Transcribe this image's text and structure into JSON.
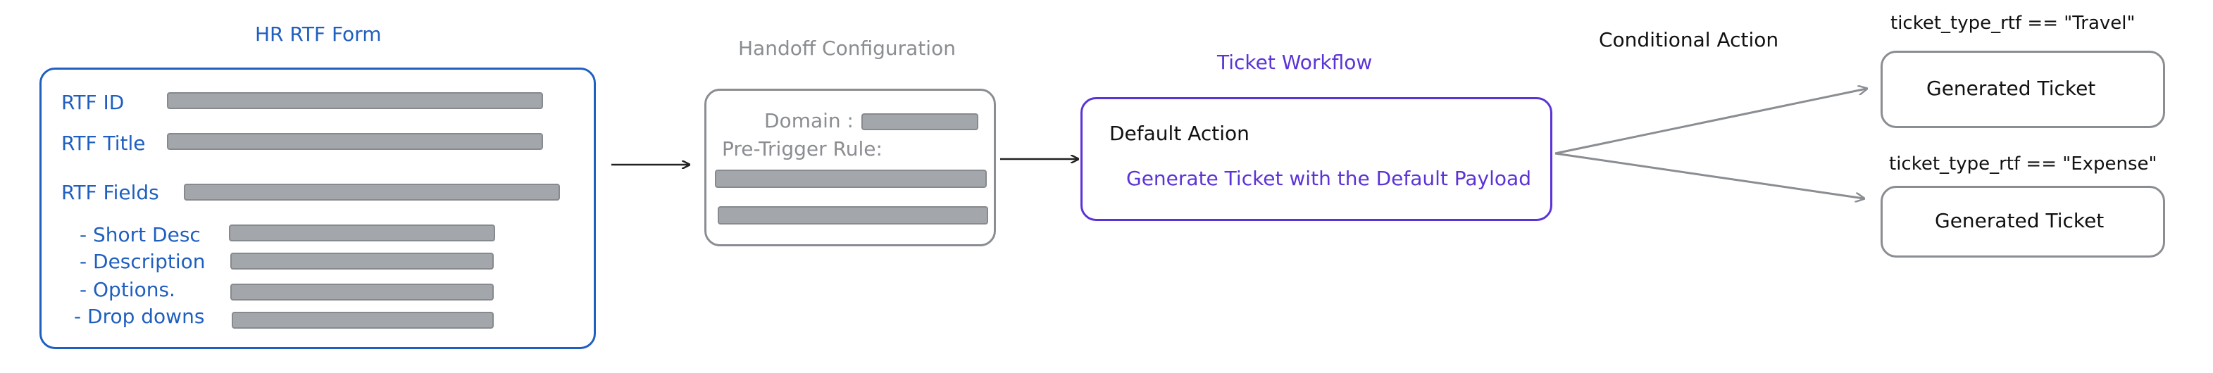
{
  "hr_form": {
    "title": "HR RTF Form",
    "fields": [
      "RTF ID",
      "RTF Title",
      "RTF Fields"
    ],
    "subfields": [
      "- Short Desc",
      "- Description",
      "- Options.",
      "- Drop downs"
    ]
  },
  "handoff": {
    "title": "Handoff Configuration",
    "domain_label": "Domain :",
    "pre_trigger_label": "Pre-Trigger Rule:"
  },
  "workflow": {
    "title": "Ticket Workflow",
    "default_action": "Default Action",
    "default_payload": "Generate Ticket with the Default Payload"
  },
  "conditional": {
    "title": "Conditional Action",
    "branches": [
      {
        "condition": "ticket_type_rtf == \"Travel\"",
        "result": "Generated Ticket"
      },
      {
        "condition": "ticket_type_rtf == \"Expense\"",
        "result": "Generated Ticket"
      }
    ]
  },
  "colors": {
    "form_blue": "#1f5fbf",
    "config_gray": "#8a8d91",
    "workflow_purple": "#5b33d6"
  }
}
